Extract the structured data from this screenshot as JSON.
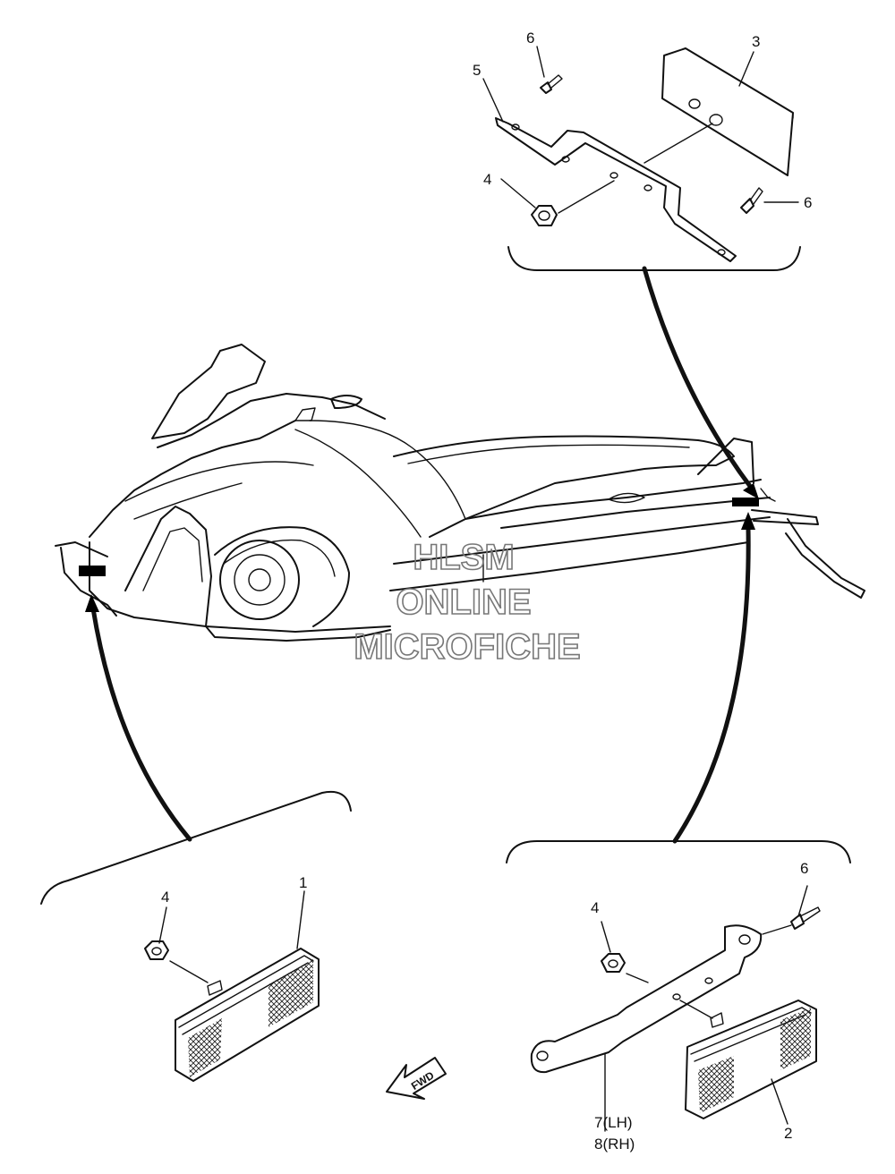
{
  "watermark": {
    "line1": "HLSM",
    "line2": "ONLINE",
    "line3": "MICROFICHE"
  },
  "callouts": {
    "part_1": "1",
    "part_2": "2",
    "part_3": "3",
    "part_4_top": "4",
    "part_4_left": "4",
    "part_4_right": "4",
    "part_5": "5",
    "part_6_top": "6",
    "part_6_top_right": "6",
    "part_6_bottom_right": "6",
    "part_7": "7(LH)",
    "part_8": "8(RH)"
  },
  "fwd_arrow_label": "FWD"
}
